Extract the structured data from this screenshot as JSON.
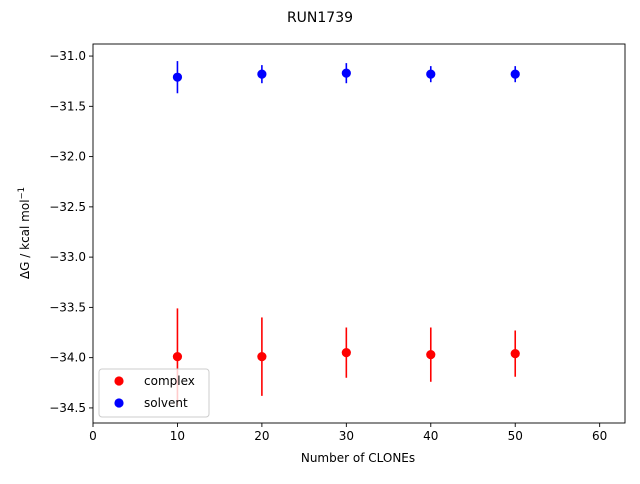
{
  "chart_data": {
    "type": "scatter",
    "title": "RUN1739",
    "xlabel": "Number of CLONEs",
    "ylabel": "ΔG / kcal mol",
    "ylabel_sup": "−1",
    "xlim": [
      0,
      63
    ],
    "ylim": [
      -34.65,
      -30.88
    ],
    "xticks": [
      0,
      10,
      20,
      30,
      40,
      50,
      60
    ],
    "yticks": [
      -31.0,
      -31.5,
      -32.0,
      -32.5,
      -33.0,
      -33.5,
      -34.0,
      -34.5
    ],
    "xtick_labels": [
      "0",
      "10",
      "20",
      "30",
      "40",
      "50",
      "60"
    ],
    "ytick_labels": [
      "−31.0",
      "−31.5",
      "−32.0",
      "−32.5",
      "−33.0",
      "−33.5",
      "−34.0",
      "−34.5"
    ],
    "grid": false,
    "legend_placement": "lower-left",
    "series": [
      {
        "name": "complex",
        "color": "#ff0000",
        "x": [
          10,
          20,
          30,
          40,
          50
        ],
        "y": [
          -33.99,
          -33.99,
          -33.95,
          -33.97,
          -33.96
        ],
        "yerr": [
          0.48,
          0.39,
          0.25,
          0.27,
          0.23
        ]
      },
      {
        "name": "solvent",
        "color": "#0000ff",
        "x": [
          10,
          20,
          30,
          40,
          50
        ],
        "y": [
          -31.21,
          -31.18,
          -31.17,
          -31.18,
          -31.18
        ],
        "yerr": [
          0.16,
          0.09,
          0.1,
          0.08,
          0.08
        ]
      }
    ]
  }
}
